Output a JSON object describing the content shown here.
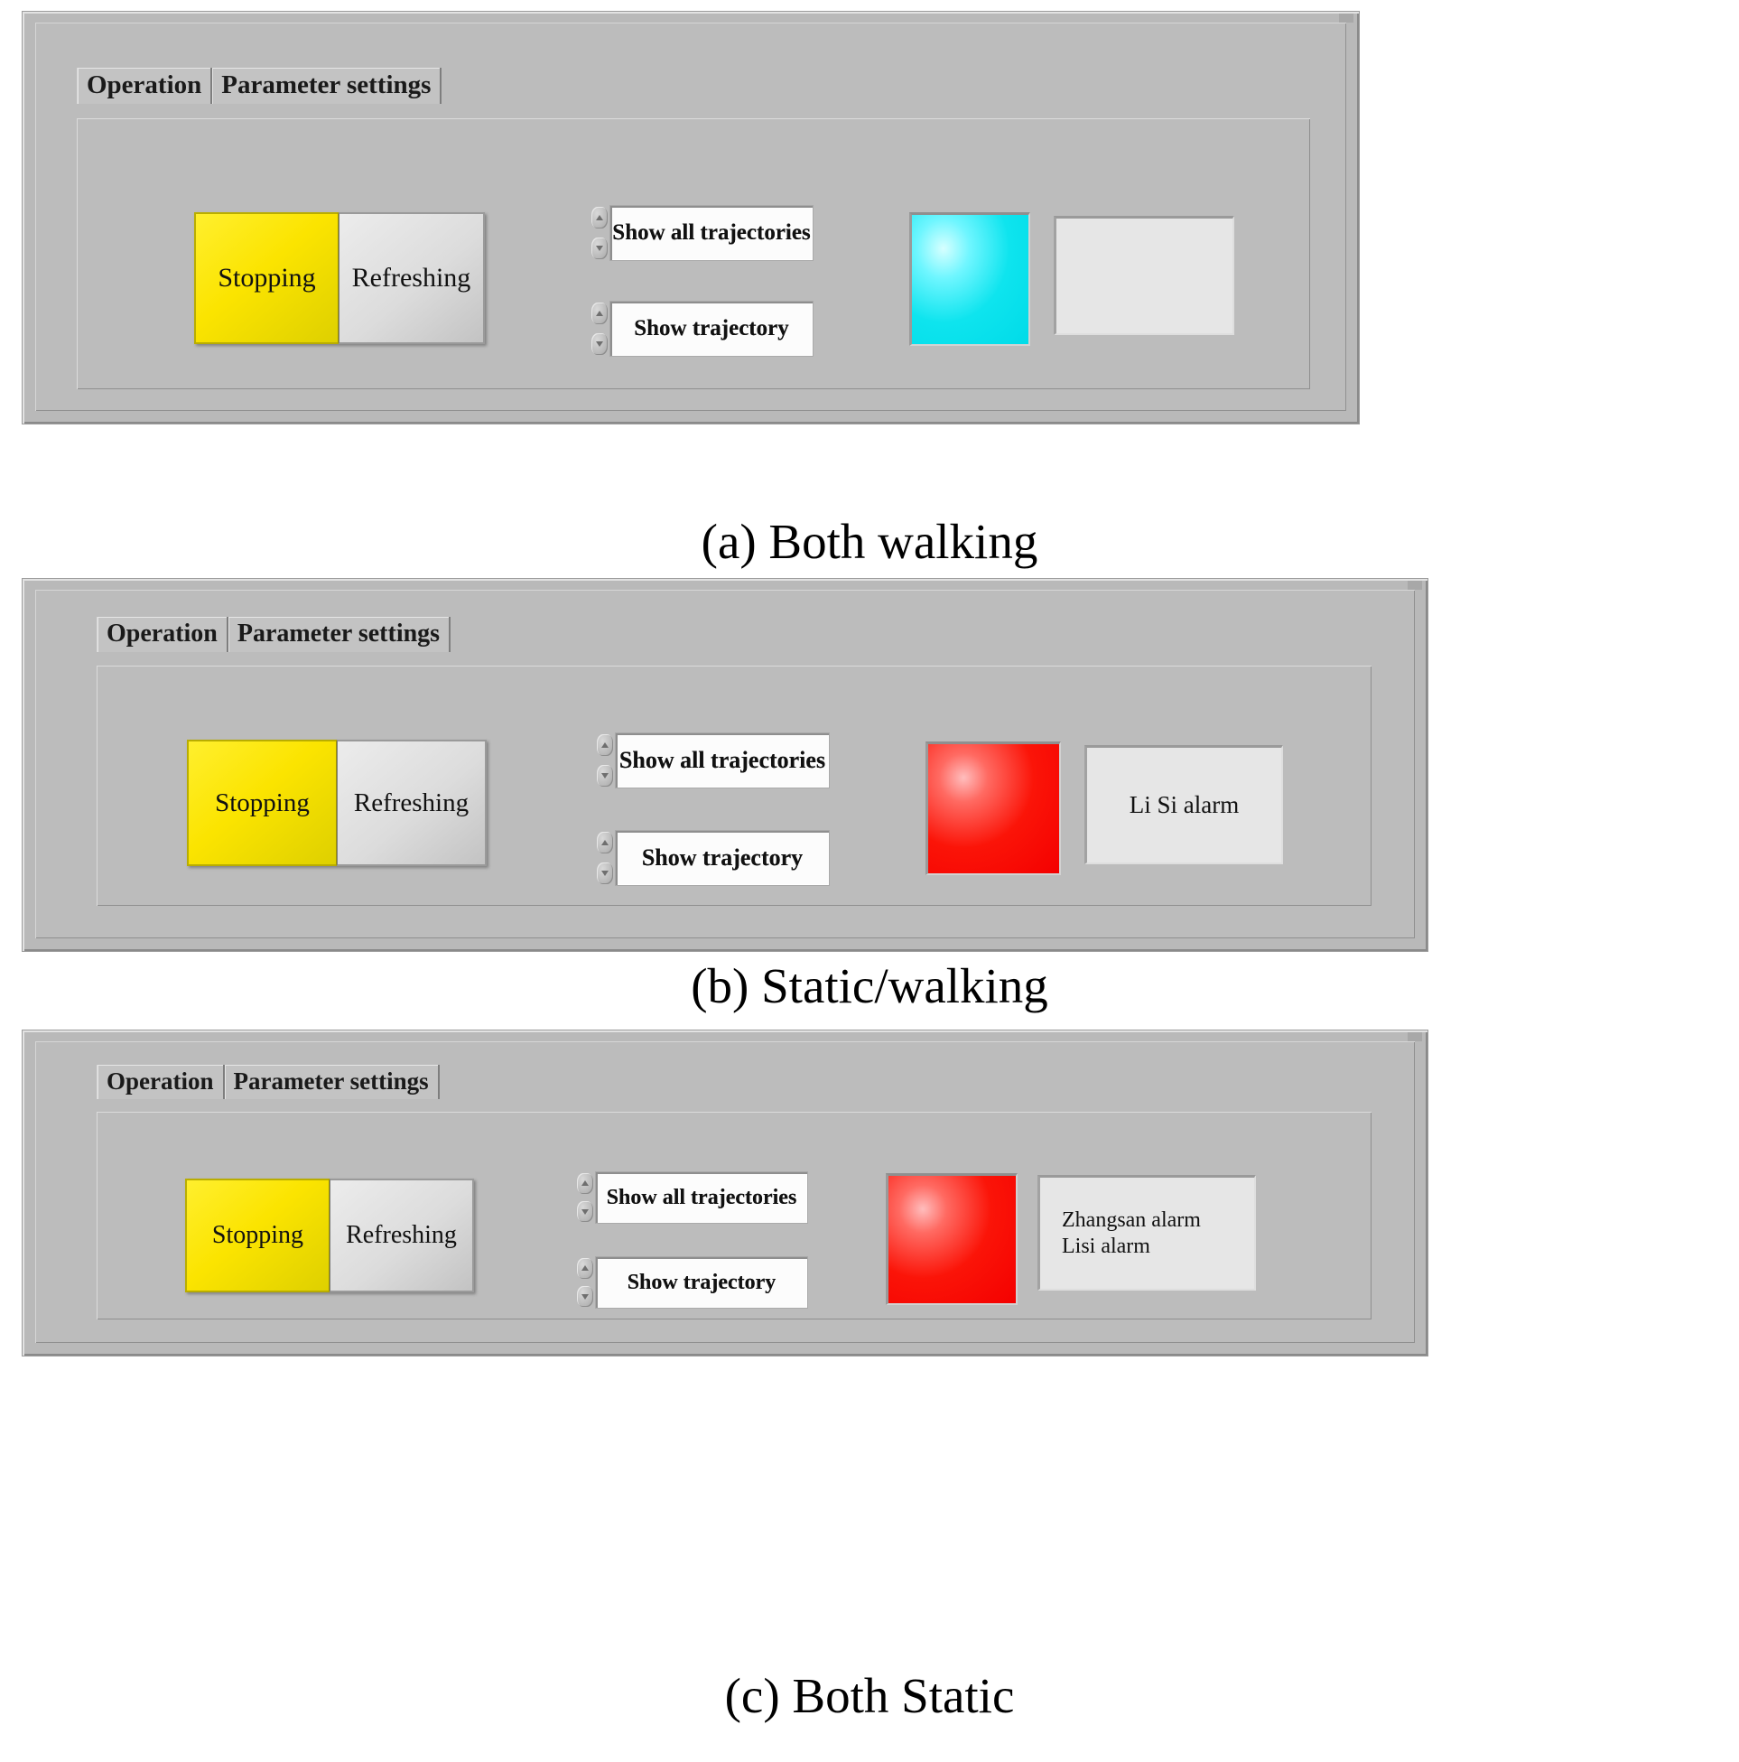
{
  "figure": {
    "background": "#ffffff",
    "panel_bg": "#b9b9b9"
  },
  "colors": {
    "panel_gray": "#b9b9b9",
    "stop_yellow": "#fbe400",
    "refresh_gray": "#dcdcdc",
    "led_cyan": "#00e5f0",
    "led_red": "#fb0000",
    "field_white": "#fcfcfc",
    "display_gray": "#e6e6e6",
    "text_black": "#111111"
  },
  "panels": [
    {
      "id": "panel-a",
      "caption": "(a) Both walking",
      "tabs": [
        {
          "label": "Operation",
          "selected": true
        },
        {
          "label": "Parameter settings",
          "selected": false
        }
      ],
      "buttons": {
        "stop_label": "Stopping",
        "refresh_label": "Refreshing"
      },
      "spinners": [
        {
          "label": "Show all trajectories",
          "up_icon": "triangle-up-icon",
          "down_icon": "triangle-down-icon"
        },
        {
          "label": "Show trajectory",
          "up_icon": "triangle-up-icon",
          "down_icon": "triangle-down-icon"
        }
      ],
      "led": {
        "state": "cyan",
        "color": "#00e5f0"
      },
      "display": {
        "text": "",
        "align": "center"
      }
    },
    {
      "id": "panel-b",
      "caption": "(b) Static/walking",
      "tabs": [
        {
          "label": "Operation",
          "selected": true
        },
        {
          "label": "Parameter settings",
          "selected": false
        }
      ],
      "buttons": {
        "stop_label": "Stopping",
        "refresh_label": "Refreshing"
      },
      "spinners": [
        {
          "label": "Show all trajectories",
          "up_icon": "triangle-up-icon",
          "down_icon": "triangle-down-icon"
        },
        {
          "label": "Show trajectory",
          "up_icon": "triangle-up-icon",
          "down_icon": "triangle-down-icon"
        }
      ],
      "led": {
        "state": "red",
        "color": "#fb0000"
      },
      "display": {
        "text": "Li Si alarm",
        "align": "center"
      }
    },
    {
      "id": "panel-c",
      "caption": "(c) Both Static",
      "tabs": [
        {
          "label": "Operation",
          "selected": true
        },
        {
          "label": "Parameter settings",
          "selected": false
        }
      ],
      "buttons": {
        "stop_label": "Stopping",
        "refresh_label": "Refreshing"
      },
      "spinners": [
        {
          "label": "Show all trajectories",
          "up_icon": "triangle-up-icon",
          "down_icon": "triangle-down-icon"
        },
        {
          "label": "Show trajectory",
          "up_icon": "triangle-up-icon",
          "down_icon": "triangle-down-icon"
        }
      ],
      "led": {
        "state": "red",
        "color": "#fb0000"
      },
      "display": {
        "text": "Zhangsan alarm\nLisi alarm",
        "align": "topleft"
      }
    }
  ]
}
